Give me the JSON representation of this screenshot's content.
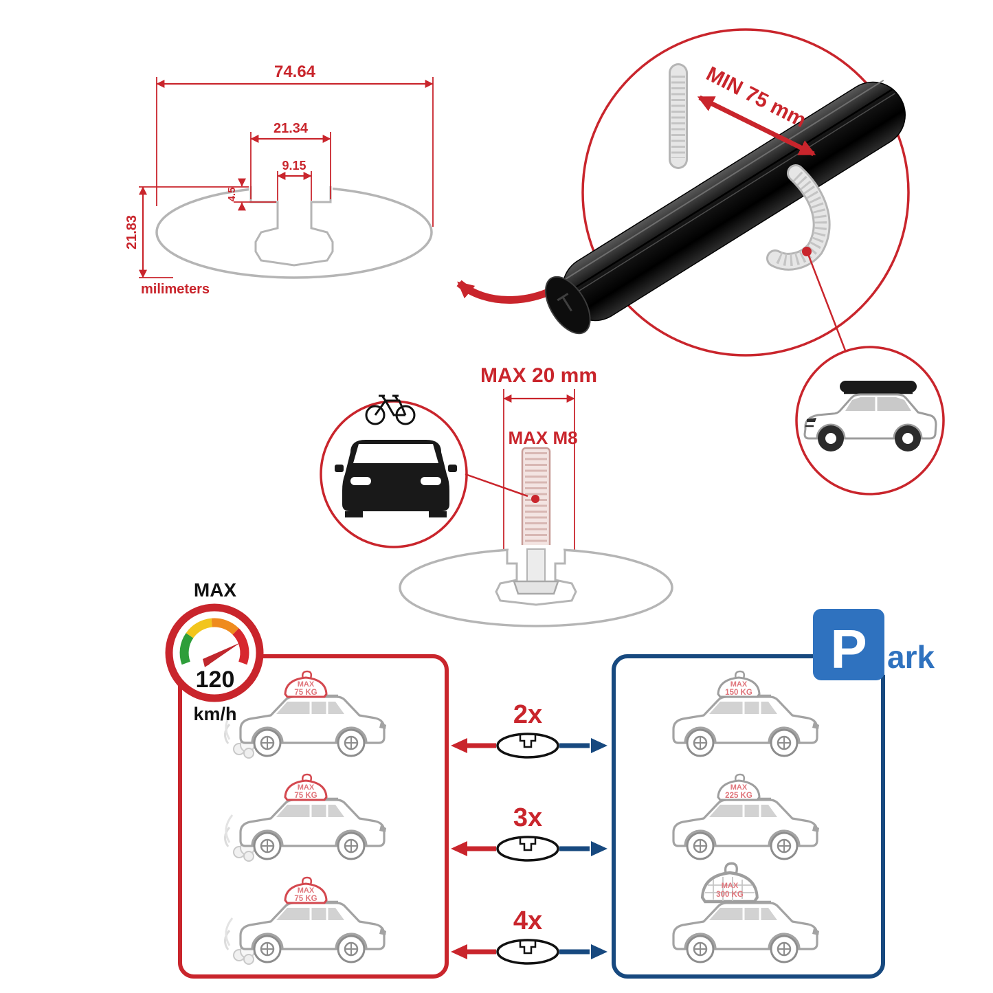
{
  "colors": {
    "accent_red": "#c9252c",
    "panel_blue": "#17497f",
    "sign_blue": "#2f72bf",
    "profile_gray": "#b5b5b5"
  },
  "cross_section": {
    "width_total": "74.64",
    "width_opening": "21.34",
    "width_slot": "9.15",
    "depth_step": "4.5",
    "height_total": "21.83",
    "unit_label": "milimeters"
  },
  "clamp": {
    "min_label": "MIN 75 mm"
  },
  "bolt": {
    "max_length_label": "MAX 20 mm",
    "max_thread_label": "MAX M8"
  },
  "speed": {
    "title": "MAX",
    "value": "120",
    "unit": "km/h"
  },
  "park_sign": {
    "letter": "P",
    "suffix": "ark"
  },
  "load_rows": [
    {
      "qty": "2x",
      "drive_line1": "MAX",
      "drive_line2": "75 KG",
      "park_line1": "MAX",
      "park_line2": "150 KG"
    },
    {
      "qty": "3x",
      "drive_line1": "MAX",
      "drive_line2": "75 KG",
      "park_line1": "MAX",
      "park_line2": "225 KG"
    },
    {
      "qty": "4x",
      "drive_line1": "MAX",
      "drive_line2": "75 KG",
      "park_line1": "MAX",
      "park_line2": "300 KG"
    }
  ]
}
